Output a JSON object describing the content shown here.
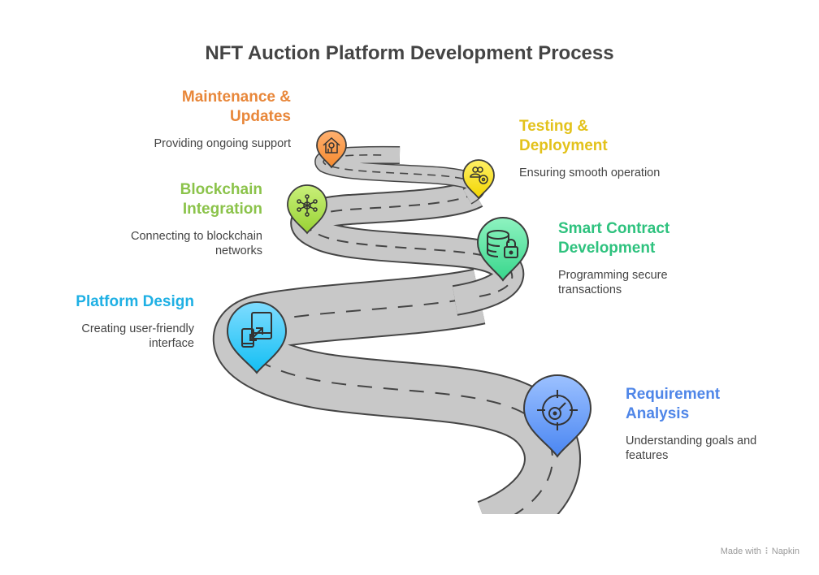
{
  "title": "NFT Auction Platform Development Process",
  "steps": [
    {
      "id": "requirement-analysis",
      "title_line1": "Requirement",
      "title_line2": "Analysis",
      "desc_line1": "Understanding goals and",
      "desc_line2": "features",
      "color": "#4f86e8",
      "icon": "target-key-icon"
    },
    {
      "id": "platform-design",
      "title_line1": "Platform Design",
      "title_line2": "",
      "desc_line1": "Creating user-friendly",
      "desc_line2": "interface",
      "color": "#1fb0e4",
      "icon": "responsive-resize-icon"
    },
    {
      "id": "smart-contract-development",
      "title_line1": "Smart Contract",
      "title_line2": "Development",
      "desc_line1": "Programming secure",
      "desc_line2": "transactions",
      "color": "#2ec27e",
      "icon": "database-lock-icon"
    },
    {
      "id": "blockchain-integration",
      "title_line1": "Blockchain",
      "title_line2": "Integration",
      "desc_line1": "Connecting to blockchain",
      "desc_line2": "networks",
      "color": "#8bc34a",
      "icon": "network-node-icon"
    },
    {
      "id": "testing-deployment",
      "title_line1": "Testing &",
      "title_line2": "Deployment",
      "desc_line1": "Ensuring smooth operation",
      "desc_line2": "",
      "color": "#e3c21b",
      "icon": "users-settings-icon"
    },
    {
      "id": "maintenance-updates",
      "title_line1": "Maintenance &",
      "title_line2": "Updates",
      "desc_line1": "Providing ongoing support",
      "desc_line2": "",
      "color": "#e8873a",
      "icon": "house-wrench-icon"
    }
  ],
  "footer": {
    "made_with": "Made with",
    "brand": "Napkin"
  }
}
